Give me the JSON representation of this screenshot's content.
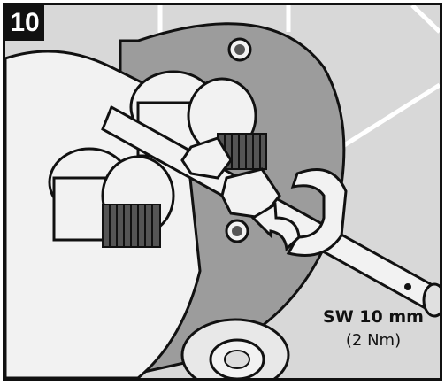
{
  "step": {
    "number": "10"
  },
  "specification": {
    "wrench_size": "SW 10 mm",
    "torque": "(2 Nm)"
  },
  "colors": {
    "background": "#d8d8d8",
    "plate": "#9c9c9c",
    "parts": "#f2f2f2",
    "outline": "#111111"
  },
  "icons": [
    "rotation-arrow-icon",
    "open-end-wrench-icon"
  ]
}
